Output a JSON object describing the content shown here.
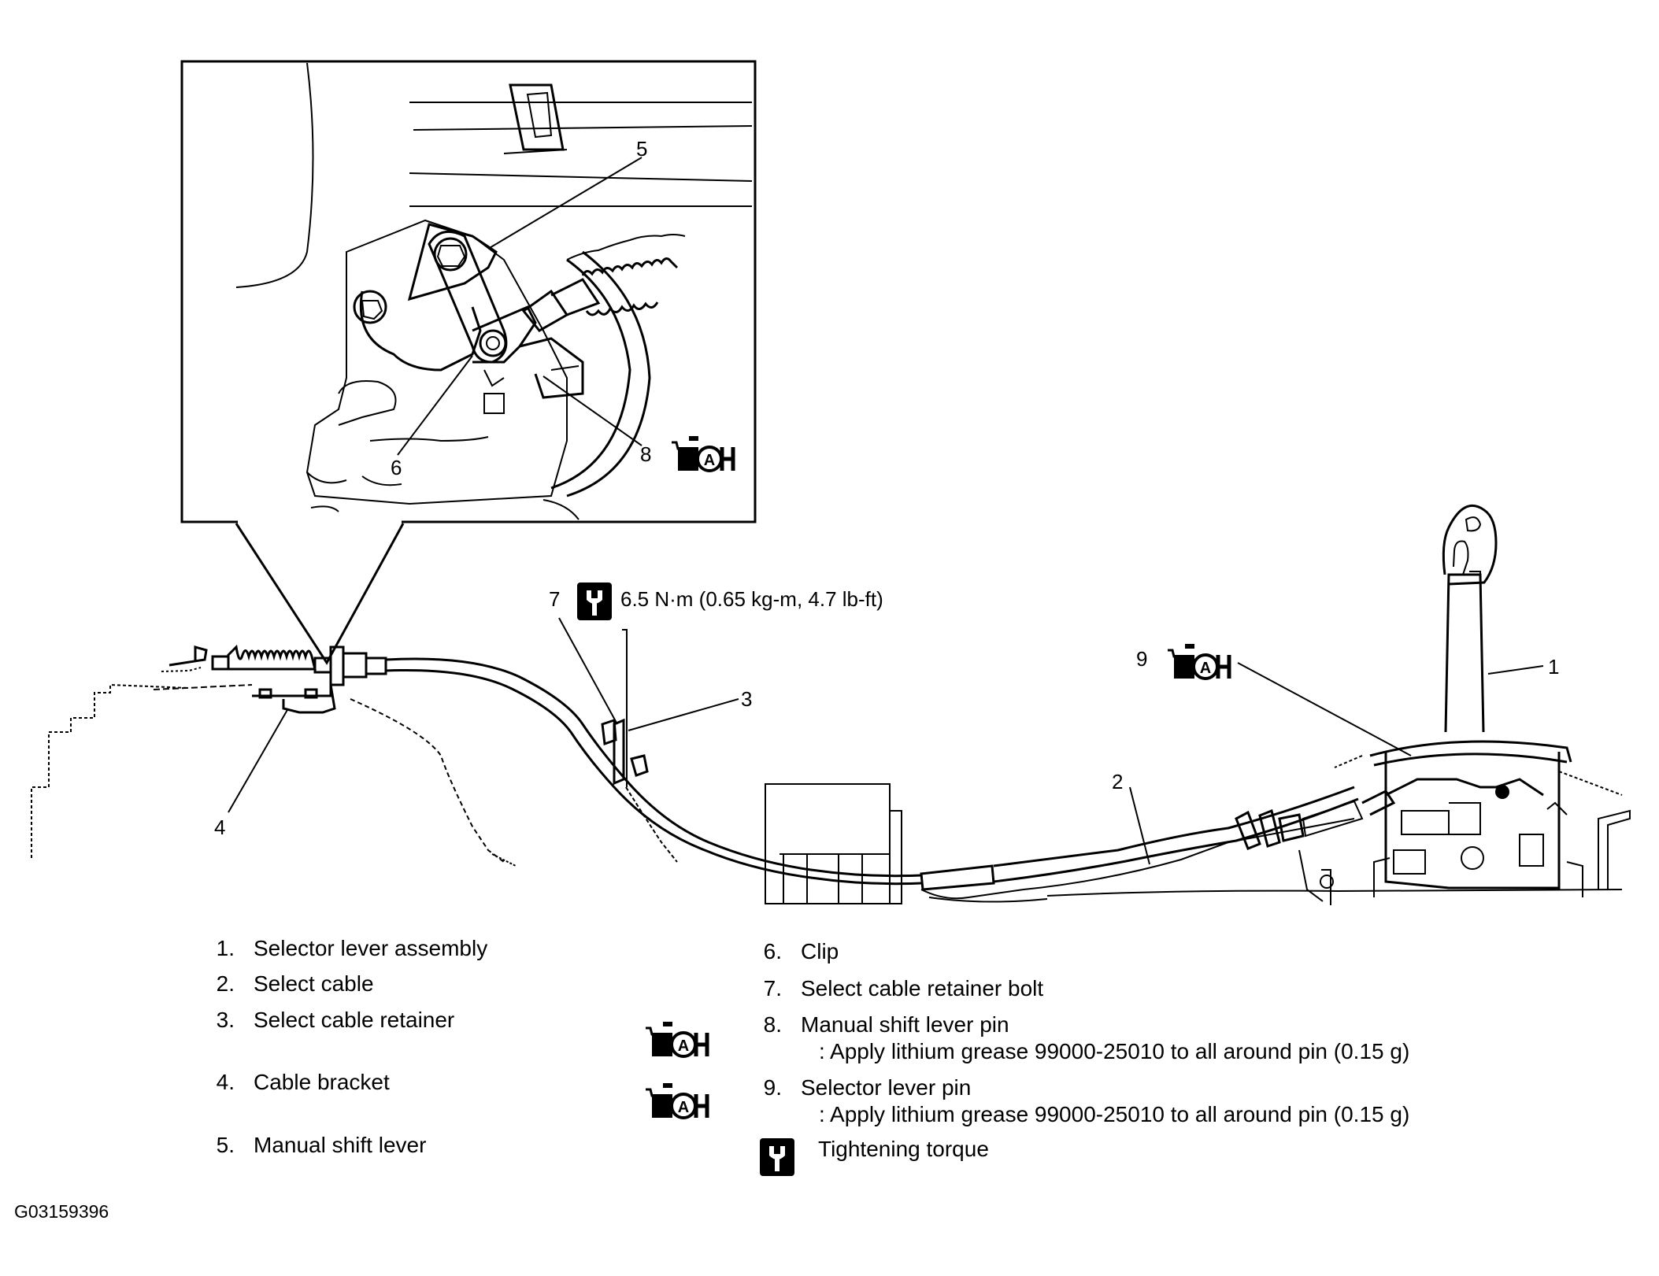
{
  "callouts": {
    "n1": "1",
    "n2": "2",
    "n3": "3",
    "n4": "4",
    "n5": "5",
    "n6": "6",
    "n7": "7",
    "n8": "8",
    "n9": "9"
  },
  "torque_spec": "6.5 N·m (0.65 kg-m, 4.7 lb-ft)",
  "grease_symbol_letter": "A",
  "legend": [
    {
      "num": "1.",
      "text": "Selector lever assembly"
    },
    {
      "num": "2.",
      "text": "Select cable"
    },
    {
      "num": "3.",
      "text": "Select cable retainer"
    },
    {
      "num": "4.",
      "text": "Cable bracket"
    },
    {
      "num": "5.",
      "text": "Manual shift lever"
    },
    {
      "num": "6.",
      "text": "Clip"
    },
    {
      "num": "7.",
      "text": "Select cable retainer bolt"
    },
    {
      "num": "8.",
      "text": "Manual shift lever pin",
      "note": ": Apply lithium grease 99000-25010 to all around pin (0.15 g)"
    },
    {
      "num": "9.",
      "text": "Selector lever pin",
      "note": ": Apply lithium grease 99000-25010 to all around pin (0.15 g)"
    }
  ],
  "torque_legend": "Tightening torque",
  "figure_id": "G03159396",
  "icons": {
    "grease": "grease-gun-icon",
    "torque": "torque-wrench-icon"
  }
}
